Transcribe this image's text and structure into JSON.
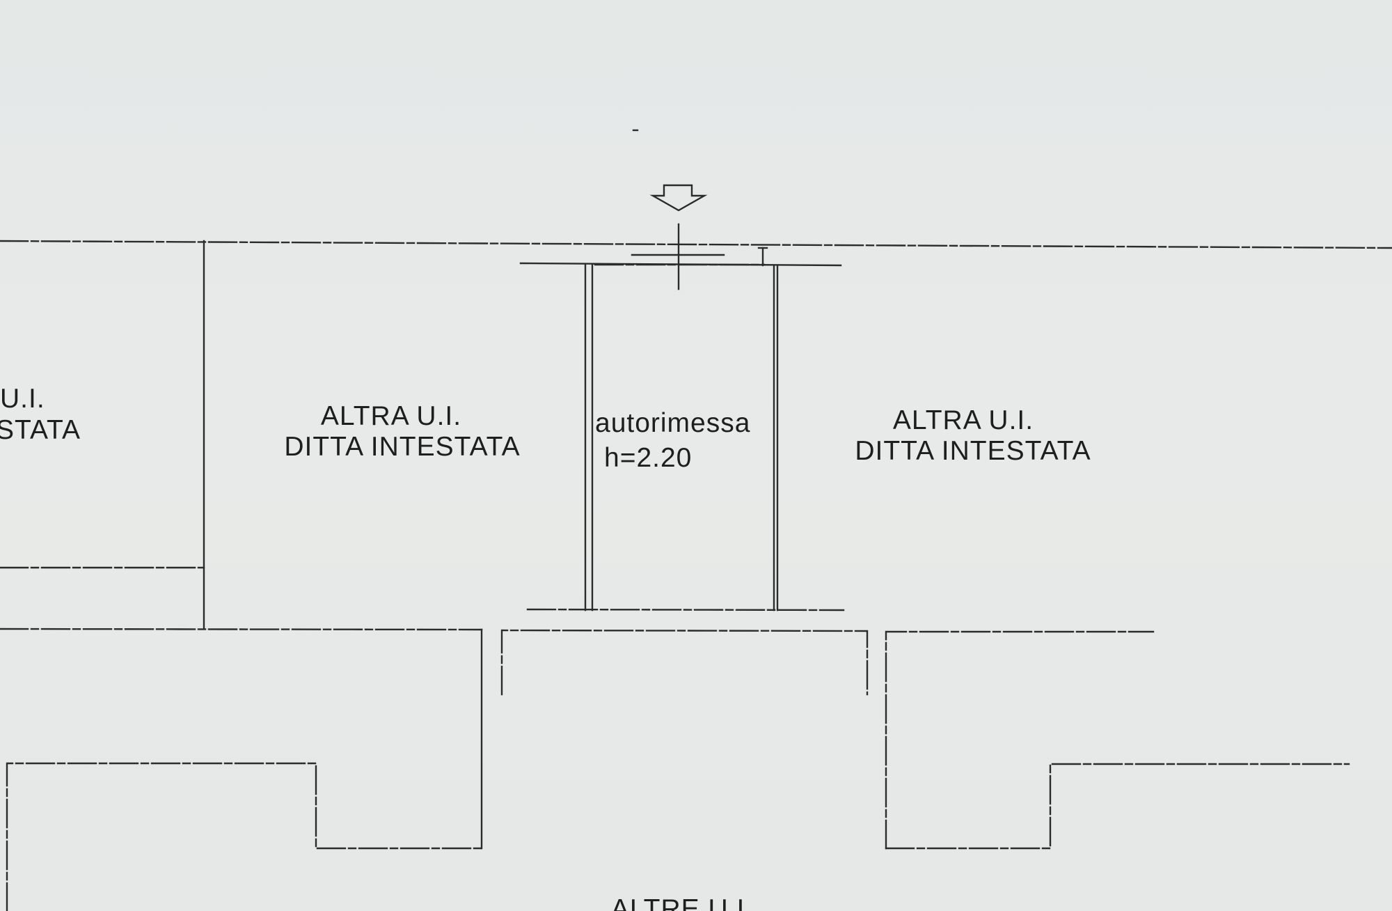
{
  "labels": {
    "left_room_line1": "U.I.",
    "left_room_line2": "STATA",
    "room_a_line1": "ALTRA U.I.",
    "room_a_line2": "DITTA INTESTATA",
    "garage_line1": "autorimessa",
    "garage_line2": "h=2.20",
    "room_b_line1": "ALTRA U.I.",
    "room_b_line2": "DITTA INTESTATA",
    "bottom_label": "ALTRE U.I."
  },
  "icons": {
    "entrance": "entrance-arrow-icon"
  },
  "colors": {
    "paper": "#e6e9e8",
    "ink": "#2b2b2b"
  }
}
